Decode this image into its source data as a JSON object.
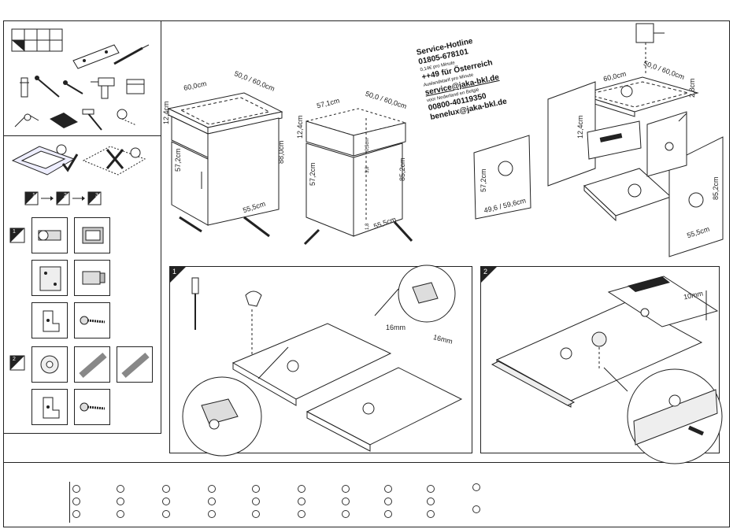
{
  "hotline": {
    "title": "Service-Hotline",
    "phone_de": "01805-678101",
    "rate_de": "0,14€ pro Minute",
    "phone_at": "++49 für Österreich",
    "rate_at": "Auslandstarif pro Minute",
    "email_de": "service@jaka-bkl.de",
    "nl_be": "voor Nederland en België",
    "phone_nl": "00800-40119350",
    "email_nl": "benelux@jaka-bkl.de"
  },
  "dimensions": {
    "c1_depth": "60,0cm",
    "c1_width": "50,0 / 60,0cm",
    "c1_top": "12,4cm",
    "c1_door": "57,2cm",
    "c1_height": "88,0cm",
    "c1_base": "55,5cm",
    "c2_depth": "57,1cm",
    "c2_width": "50,0 / 60,0cm",
    "c2_top": "12,4cm",
    "c2_door": "57,2cm",
    "c2_height": "85,2cm",
    "c2_base": "55,5cm",
    "c2_h1": "0,3cm",
    "c2_h2": "3,8",
    "c2_h3": "1,8",
    "ex_depth": "60,0cm",
    "ex_width": "50,0 / 60,0cm",
    "ex_thick": "2,8cm",
    "ex_top": "12,4cm",
    "ex_door": "57,2cm",
    "ex_door_w": "49,6 / 59,6cm",
    "ex_side": "85,2cm",
    "ex_base": "55,5cm"
  },
  "step1": {
    "num": "1",
    "gap_a": "16mm",
    "gap_b": "16mm"
  },
  "step2": {
    "num": "2",
    "len": "10mm"
  },
  "sequence": {
    "a": "1",
    "b": "2",
    "c": "3"
  },
  "groups": {
    "g1": "1",
    "g2": "2"
  },
  "colors": {
    "line": "#222222",
    "fill": "#ffffff",
    "board": "#f2f2f2",
    "dark": "#222222"
  }
}
